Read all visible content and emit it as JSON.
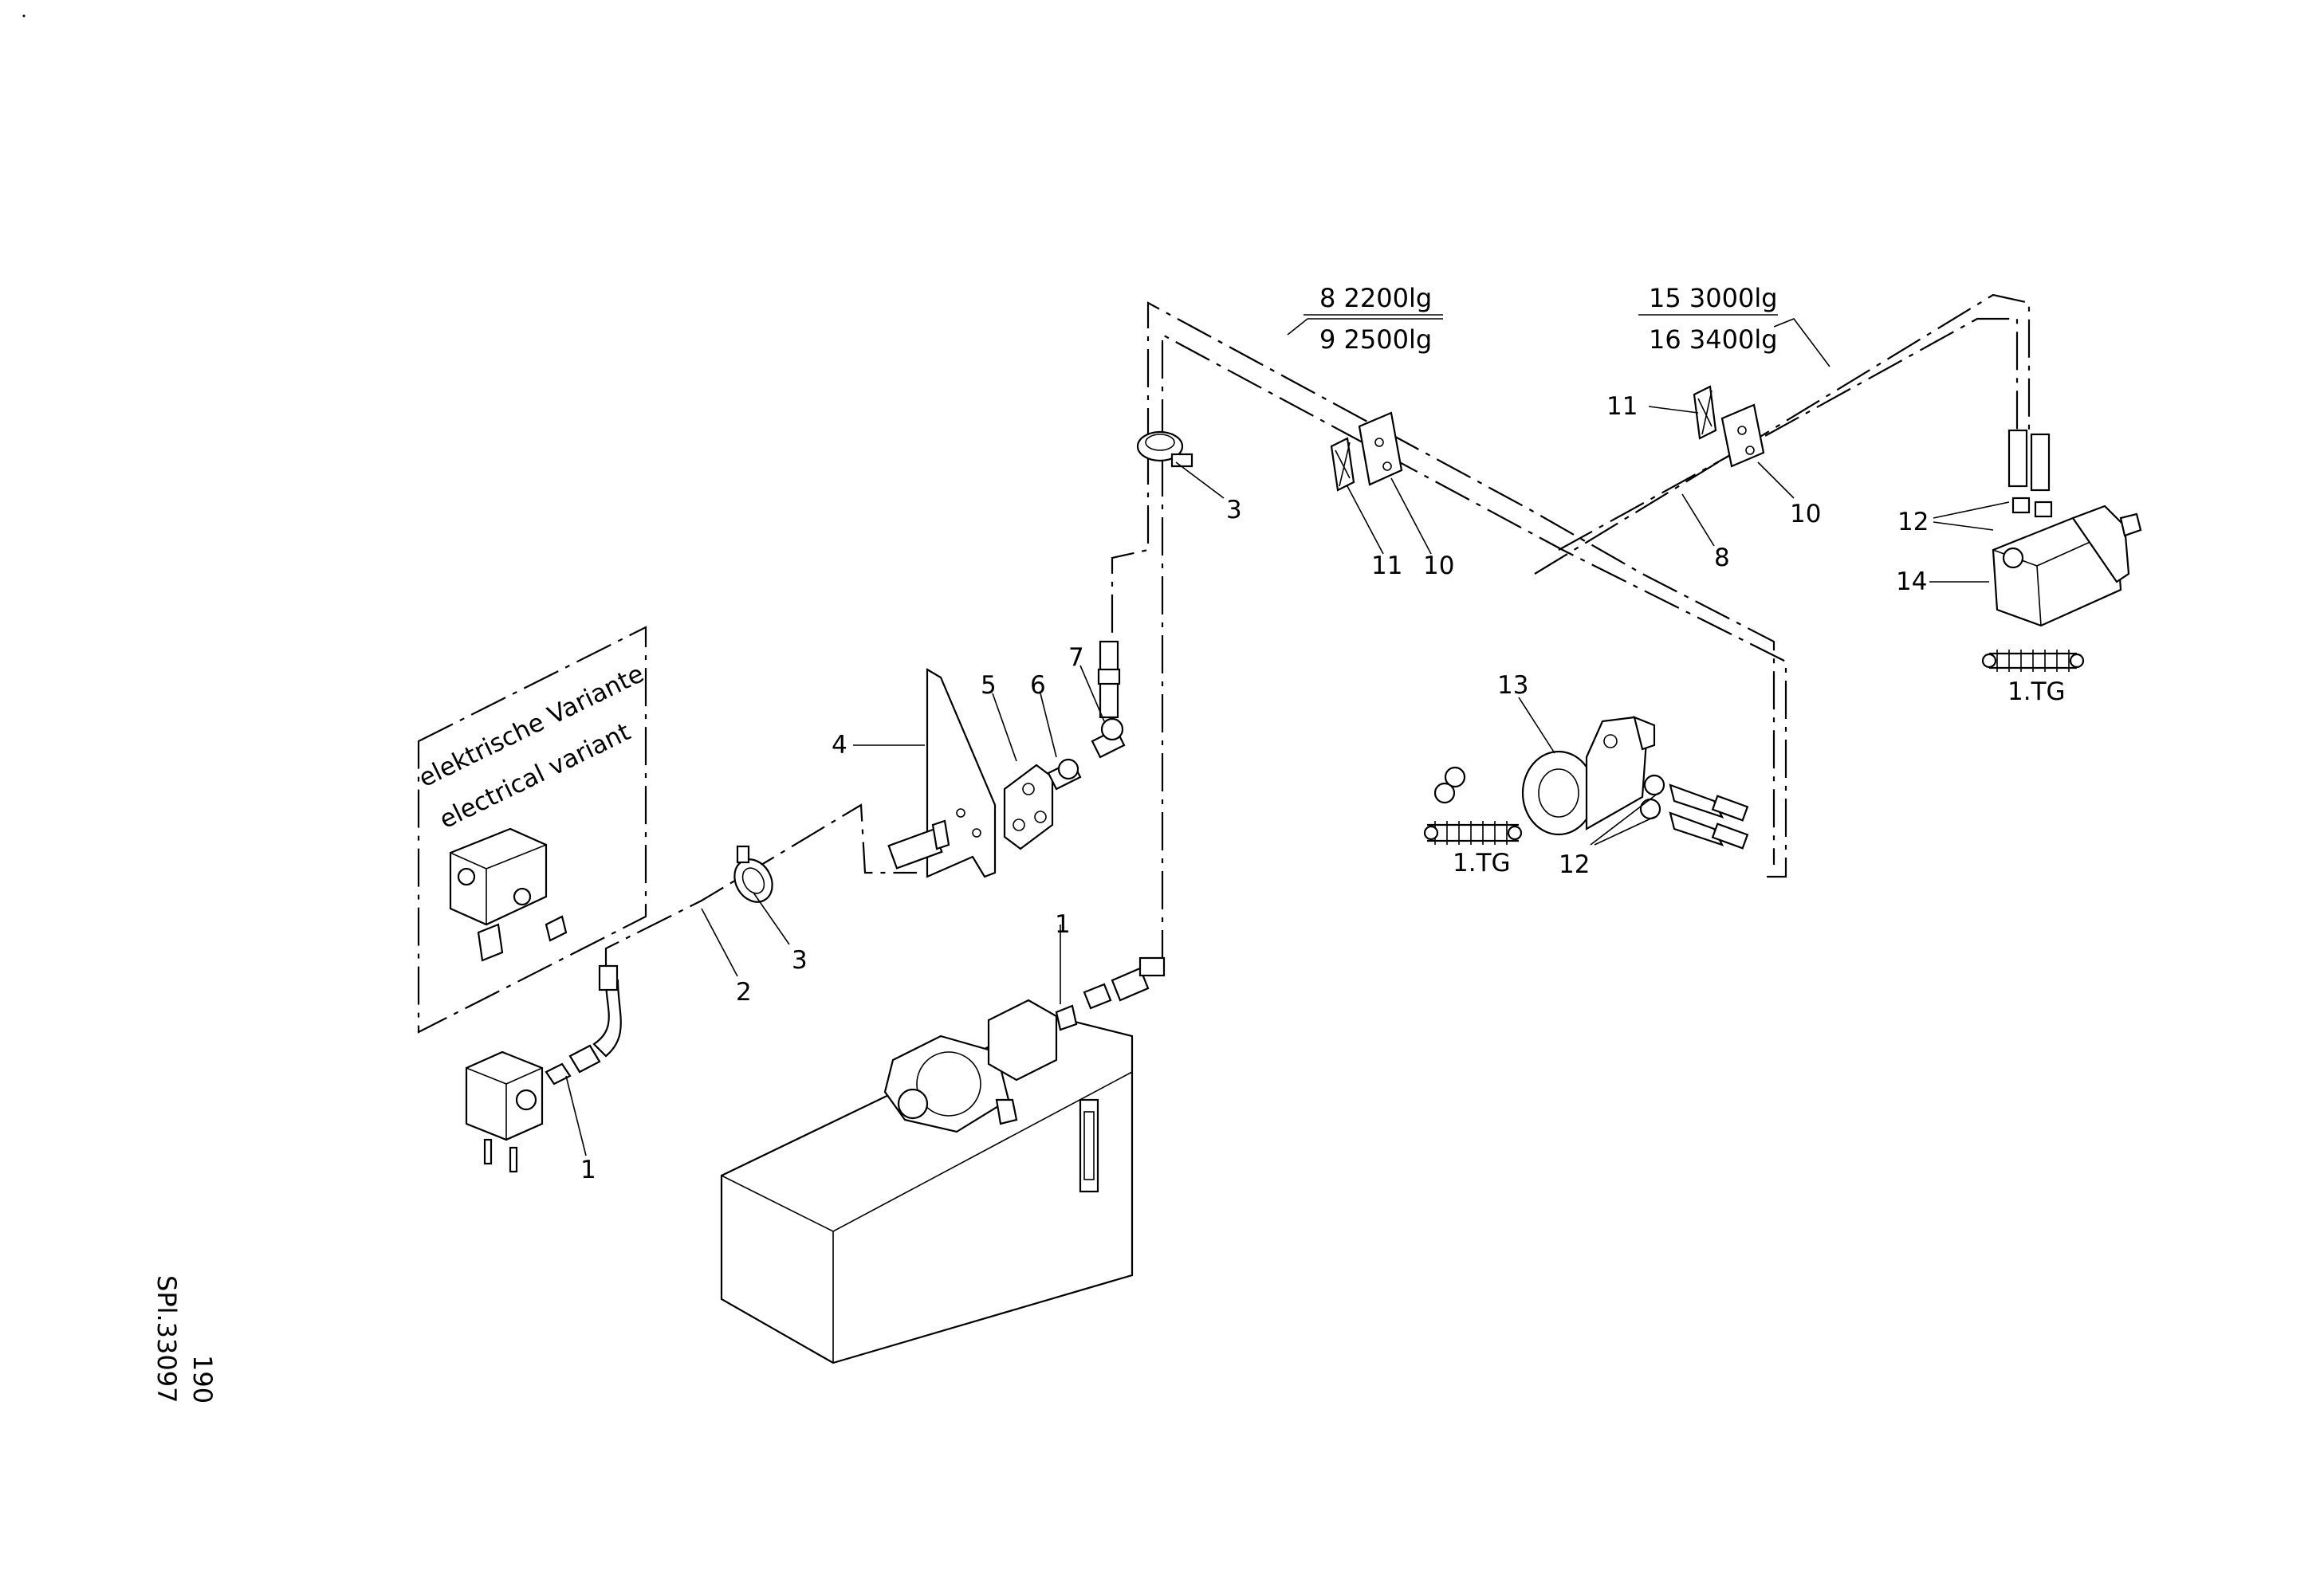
{
  "drawing_code": {
    "number": "190",
    "code": "SPl.33097"
  },
  "variant_box": {
    "line1": "elektrische Variante",
    "line2": "electrical variant"
  },
  "hose_tables": [
    {
      "row1": "8  2200lg",
      "row2": "9  2500lg"
    },
    {
      "row1": "15  3000lg",
      "row2": "16  3400lg"
    }
  ],
  "group_marks": [
    {
      "label": "1.TG"
    },
    {
      "label": "1.TG"
    }
  ],
  "callouts": [
    {
      "label": "1"
    },
    {
      "label": "1"
    },
    {
      "label": "2"
    },
    {
      "label": "3"
    },
    {
      "label": "3"
    },
    {
      "label": "4"
    },
    {
      "label": "5"
    },
    {
      "label": "6"
    },
    {
      "label": "7"
    },
    {
      "label": "8"
    },
    {
      "label": "10"
    },
    {
      "label": "10"
    },
    {
      "label": "11"
    },
    {
      "label": "11"
    },
    {
      "label": "12"
    },
    {
      "label": "12"
    },
    {
      "label": "13"
    },
    {
      "label": "14"
    }
  ]
}
